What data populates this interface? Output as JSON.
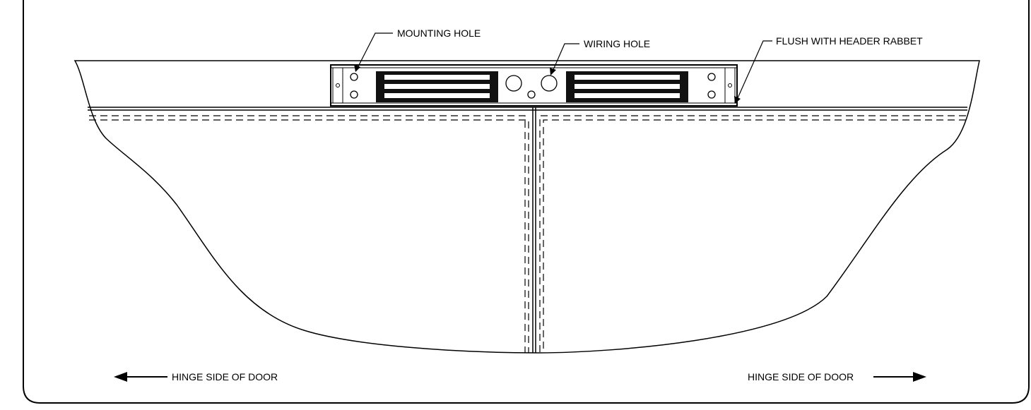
{
  "callouts": {
    "mounting_hole": "MOUNTING HOLE",
    "wiring_hole": "WIRING HOLE",
    "flush": "FLUSH WITH HEADER RABBET"
  },
  "hinge_left": "HINGE SIDE OF DOOR",
  "hinge_right": "HINGE SIDE OF DOOR"
}
